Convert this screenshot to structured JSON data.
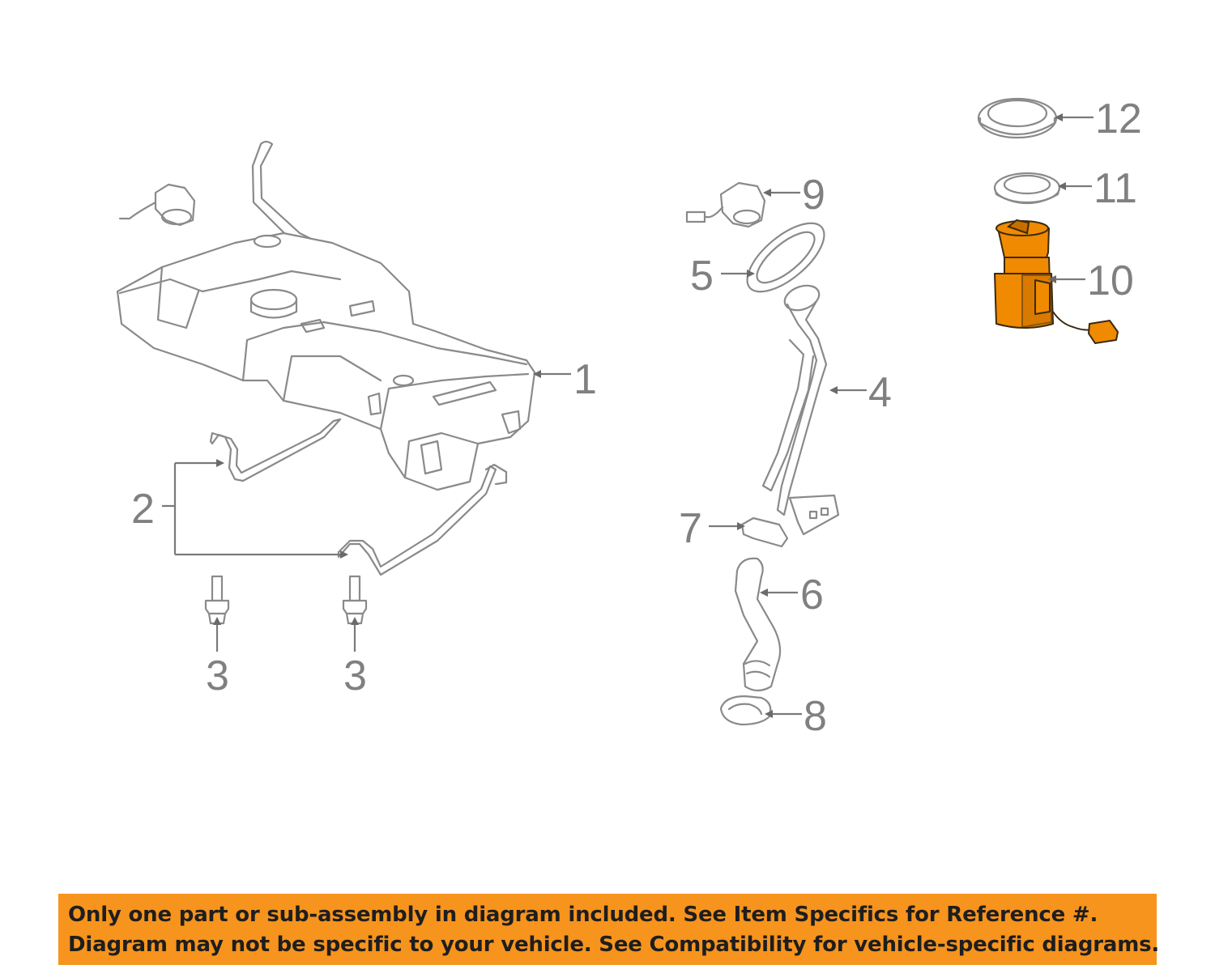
{
  "callouts": {
    "c1": "1",
    "c2": "2",
    "c3a": "3",
    "c3b": "3",
    "c4": "4",
    "c5": "5",
    "c6": "6",
    "c7": "7",
    "c8": "8",
    "c9": "9",
    "c10": "10",
    "c11": "11",
    "c12": "12"
  },
  "highlight_part": "10",
  "colors": {
    "highlight": "#f08a00",
    "line_art": "#8a8a8a",
    "banner": "#f7941d"
  },
  "banner": {
    "line1": "Only one part or sub-assembly in diagram included. See Item Specifics for Reference #.",
    "line2": "Diagram may not be specific to your vehicle. See Compatibility for vehicle-specific diagrams."
  }
}
